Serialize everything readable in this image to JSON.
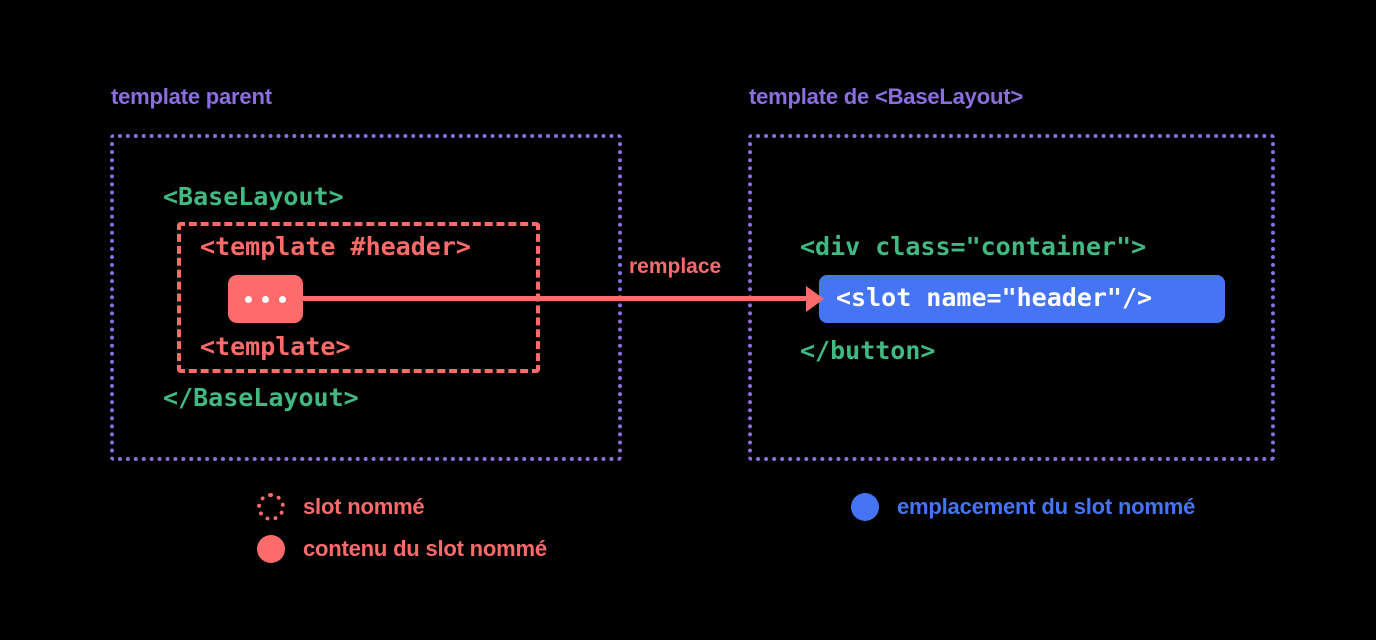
{
  "diagram": {
    "background": "#000000",
    "colors": {
      "purple": "#8B6FDE",
      "green": "#42B883",
      "coral": "#FF6A6A",
      "blue": "#4574F5",
      "white": "#FFFFFF"
    }
  },
  "panels": {
    "parent": {
      "title": "template parent",
      "code": {
        "component_open": "<BaseLayout>",
        "component_close": "</BaseLayout>",
        "template_header": "<template #header>",
        "template_close": "<template>",
        "slot_content": "..."
      }
    },
    "base_layout": {
      "title": "template de <BaseLayout>",
      "code": {
        "div_open": "<div class=\"container\">",
        "slot": "<slot name=\"header\"/>",
        "button_close": "</button>"
      }
    }
  },
  "arrow": {
    "label": "remplace",
    "direction": "left-to-right"
  },
  "legend": [
    {
      "marker": "dotted-circle-icon",
      "color": "#FF6A6A",
      "label": "slot nommé"
    },
    {
      "marker": "filled-circle-icon",
      "color": "#FF6A6A",
      "label": "contenu du slot nommé"
    },
    {
      "marker": "filled-circle-icon",
      "color": "#4574F5",
      "label": "emplacement du slot nommé"
    }
  ]
}
